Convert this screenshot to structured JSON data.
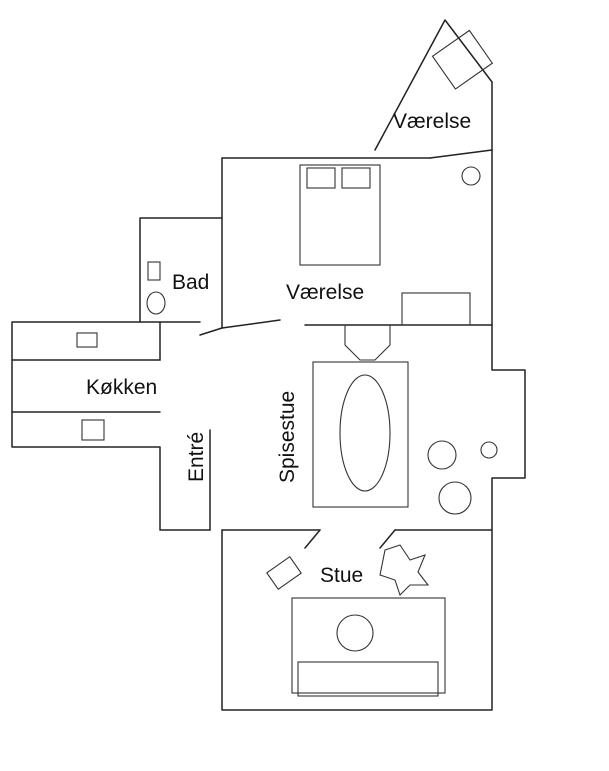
{
  "rooms": {
    "bedroom_top": "Værelse",
    "bathroom": "Bad",
    "bedroom_middle": "Værelse",
    "kitchen": "Køkken",
    "entrance": "Entré",
    "dining": "Spisestue",
    "living": "Stue"
  }
}
